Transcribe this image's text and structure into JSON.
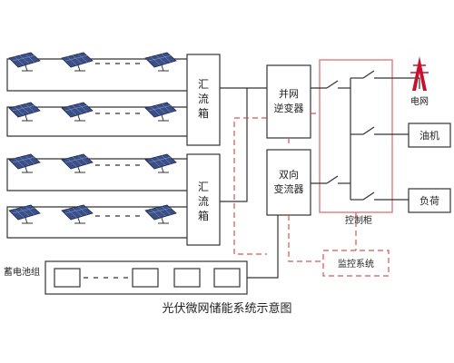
{
  "diagram": {
    "title": "光伏微网储能系统示意图",
    "combiner_box_1": [
      "汇",
      "流",
      "箱"
    ],
    "combiner_box_2": [
      "汇",
      "流",
      "箱"
    ],
    "grid_inverter": [
      "并网",
      "逆变器"
    ],
    "bidirectional_converter": [
      "双向",
      "变流器"
    ],
    "control_cabinet": "控制柜",
    "grid": "电网",
    "diesel": "油机",
    "load": "负荷",
    "battery_bank": "蓄电池组",
    "monitoring": "监控系统"
  },
  "colors": {
    "line": "#333333",
    "accent_red": "#d9534f",
    "tower_red": "#c8102e",
    "panel_blue": "#3a4f86"
  },
  "icons": {
    "solar_panel": "solar-panel-icon",
    "grid_tower": "power-tower-icon"
  }
}
